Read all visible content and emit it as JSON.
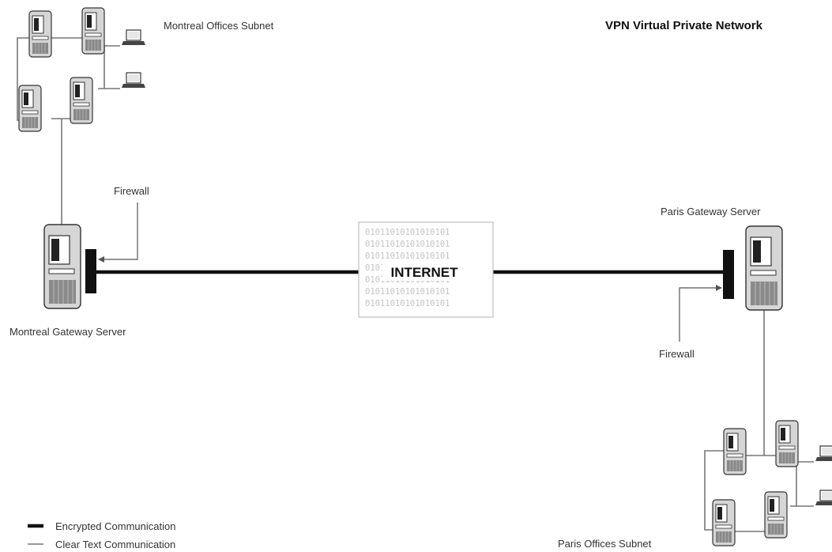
{
  "title": "VPN Virtual Private Network",
  "internet": {
    "label": "INTERNET",
    "binary_rows": [
      "01011010101010101",
      "01011010101010101",
      "01011010101010101",
      "01011010101010101",
      "01011010101010101",
      "01011010101010101",
      "01011010101010101"
    ]
  },
  "montreal": {
    "subnet_label": "Montreal Offices Subnet",
    "gateway_label": "Montreal Gateway Server",
    "firewall_label": "Firewall"
  },
  "paris": {
    "subnet_label": "Paris Offices Subnet",
    "gateway_label": "Paris Gateway Server",
    "firewall_label": "Firewall"
  },
  "legend": {
    "encrypted": "Encrypted Communication",
    "clear": "Clear Text Communication"
  },
  "colors": {
    "encrypted_line": "#111111",
    "clear_line": "#777777",
    "device_fill": "#d9d9d9",
    "device_stroke": "#333333"
  },
  "icons": [
    "server-tower-icon",
    "laptop-icon",
    "firewall-icon",
    "cloud-binary-icon"
  ]
}
